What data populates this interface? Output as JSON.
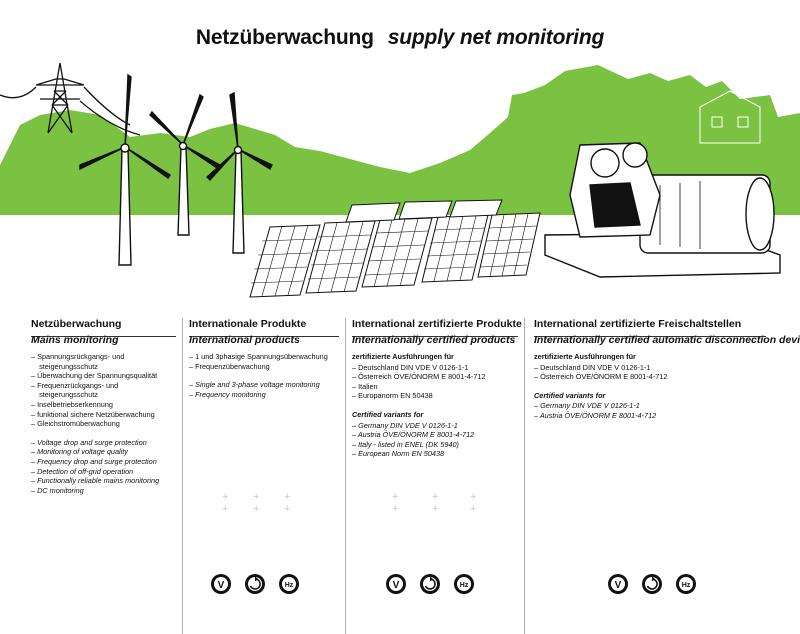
{
  "title": {
    "de": "Netzüberwachung",
    "en": "supply net monitoring"
  },
  "colors": {
    "green": "#7cc242",
    "ink": "#111111"
  },
  "columns": [
    {
      "title_de": "Netzüberwachung",
      "title_en": "Mains monitoring",
      "items_de": [
        "– Spannungsrückgangs- und",
        "    steigerungsschutz",
        "– Überwachung der Spannungsqualität",
        "– Frequenzrückgangs- und",
        "    steigerungsschutz",
        "– Inselbetriebserkennung",
        "– funktional sichere Netzüberwachung",
        "– Gleichstromüberwachung"
      ],
      "items_en": [
        "– Voltage drop and surge protection",
        "– Monitoring of voltage quality",
        "– Frequency drop and surge protection",
        "– Detection of off-grid operation",
        "– Functionally reliable mains monitoring",
        "– DC monitoring"
      ]
    },
    {
      "title_de": "Internationale Produkte",
      "title_en": "International products",
      "items_de": [
        "– 1 und 3phasige Spannungsüberwachung",
        "– Frequenzüberwachung"
      ],
      "items_en": [
        "– Single and 3-phase voltage monitoring",
        "– Frequency monitoring"
      ]
    },
    {
      "title_de": "International zertifizierte Produkte",
      "title_en": "Internationally certified products",
      "sub_de": "zertifizierte Ausführungen für",
      "items_de": [
        "– Deutschland DIN VDE V 0126-1-1",
        "– Österreich ÖVE/ÖNORM E 8001-4-712",
        "– Italien",
        "– Europanorm EN 50438"
      ],
      "sub_en": "Certified variants for",
      "items_en": [
        "– Germany DIN VDE V 0126-1-1",
        "– Austria ÖVE/ÖNORM E 8001-4-712",
        "– Italy - listed in ENEL (DK 5940)",
        "– European Norm EN 50438"
      ]
    },
    {
      "title_de": "International zertifizierte Freischaltstellen",
      "title_en": "Internationally certified automatic disconnection devices",
      "sub_de": "zertifizierte Ausführungen für",
      "items_de": [
        "– Deutschland DIN VDE V 0126-1-1",
        "– Österreich ÖVE/ÖNORM E 8001-4-712"
      ],
      "sub_en": "Certified variants for",
      "items_en": [
        "– Germany DIN VDE V 0126-1-1",
        "– Austria ÖVE/ÖNORM E 8001-4-712"
      ]
    }
  ],
  "icons": {
    "voltage": "V",
    "phase": "phase-rotation-icon",
    "frequency": "Hz"
  }
}
